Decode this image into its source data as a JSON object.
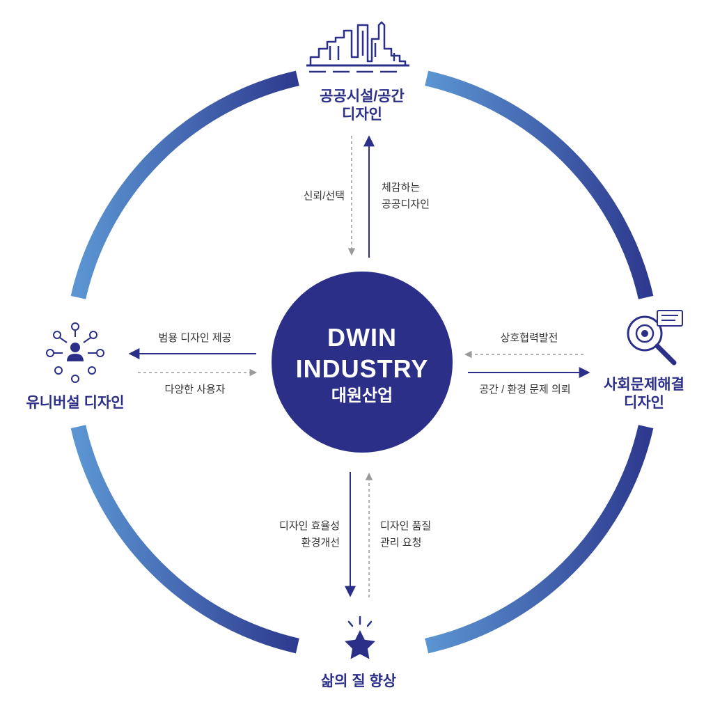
{
  "center": {
    "line1": "DWIN",
    "line2": "INDUSTRY",
    "line3": "대원산업"
  },
  "nodes": {
    "top": {
      "line1": "공공시설/공간",
      "line2": "디자인",
      "icon": "city-skyline-icon"
    },
    "right": {
      "line1": "사회문제해결",
      "line2": "디자인",
      "icon": "magnifier-problem-icon"
    },
    "bottom": {
      "line1": "삶의 질 향상",
      "icon": "star-icon"
    },
    "left": {
      "line1": "유니버설 디자인",
      "icon": "user-network-icon"
    }
  },
  "flows": {
    "top_down": {
      "line1": "신뢰/선택"
    },
    "top_up": {
      "line1": "체감하는",
      "line2": "공공디자인"
    },
    "left_out": {
      "line1": "범용 디자인 제공"
    },
    "left_in": {
      "line1": "다양한 사용자"
    },
    "right_in": {
      "line1": "상호협력발전"
    },
    "right_out": {
      "line1": "공간 / 환경 문제 의뢰"
    },
    "bottom_down": {
      "line1": "디자인 효율성",
      "line2": "환경개선"
    },
    "bottom_up": {
      "line1": "디자인 품질",
      "line2": "관리 요청"
    }
  },
  "colors": {
    "navy": "#2b2f87",
    "ring_light": "#5b95d2",
    "ring_dark": "#2e3a8f",
    "dashed": "#9a9a9a"
  }
}
